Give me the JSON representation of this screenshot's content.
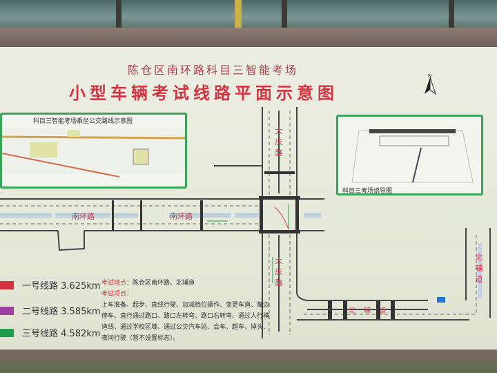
{
  "header": {
    "subtitle": "陈仓区南环路科目三智能考场",
    "title": "小型车辆考试线路平面示意图",
    "north_label": "N"
  },
  "insets": {
    "bus_map_title": "科目三智能考场乘坐公交路线示意图",
    "guide_map_title": "科目三考场诱导图"
  },
  "roads": {
    "nanhuan_1": "南环路",
    "nanhuan_2": "南环路",
    "daqing_top": "大庆路",
    "daqing_bottom": "大庆路",
    "beifu_h": "北辅道",
    "beifu_v": "北辅道"
  },
  "legend": [
    {
      "label": "一号线路 3.625km",
      "color": "#d6323f"
    },
    {
      "label": "二号线路 3.585km",
      "color": "#9b3fa0"
    },
    {
      "label": "三号线路 4.582km",
      "color": "#1f9a4e"
    }
  ],
  "info": {
    "location_label": "考试地点：",
    "location_value": "陈仓区南环路、北辅道",
    "items_label": "考试项目：",
    "items_text": "上车准备、起步、直线行驶、加减档位操作、变更车道、靠边停车、直行通过路口、路口左转弯、路口右转弯、通过人行横道线、通过学校区域、通过公交汽车站、会车、超车、掉头、夜间行驶（暂不设置标志）。"
  }
}
